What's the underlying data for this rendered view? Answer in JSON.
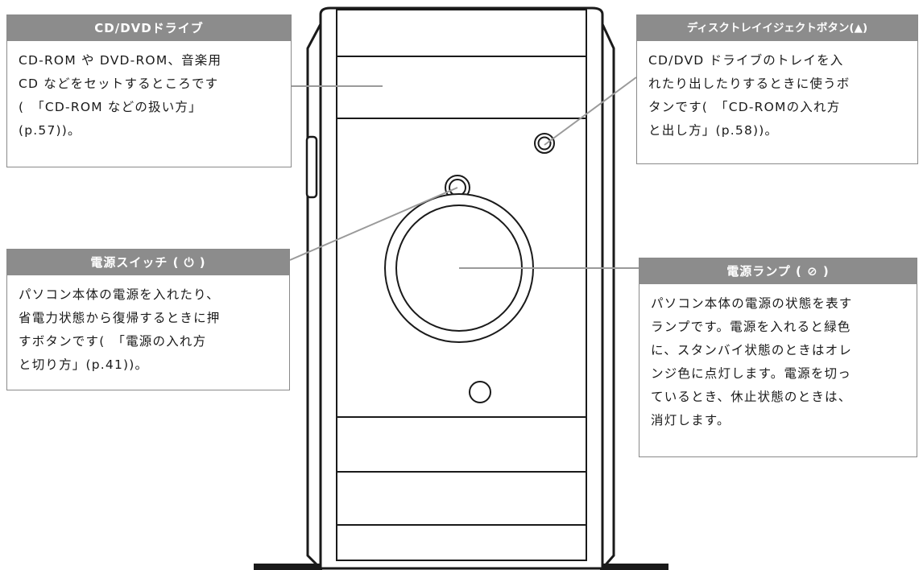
{
  "callouts": {
    "cd_drive": {
      "title": "CD/DVDドライブ",
      "body": "CD-ROM や DVD-ROM、音楽用\nCD などをセットするところです\n(　「CD-ROM などの扱い方」\n(p.57))。"
    },
    "eject_button": {
      "title": "ディスクトレイイジェクトボタン(▲)",
      "body": "CD/DVD ドライブのトレイを入\nれたり出したりするときに使うボ\nタンです(　「CD-ROMの入れ方\nと出し方」(p.58))。"
    },
    "power_switch": {
      "title": "電源スイッチ ( ⏻ )",
      "body": "パソコン本体の電源を入れたり、\n省電力状態から復帰するときに押\nすボタンです(　「電源の入れ方\nと切り方」(p.41))。"
    },
    "power_lamp": {
      "title": "電源ランプ ( ⊘ )",
      "body": "パソコン本体の電源の状態を表す\nランプです。電源を入れると緑色\nに、スタンバイ状態のときはオレ\nンジ色に点灯します。電源を切っ\nているとき、休止状態のときは、\n消灯します。"
    }
  },
  "colors": {
    "header_bg": "#8c8c8c",
    "border": "#8a8a8a",
    "leader_line": "#9a9a9a",
    "outline": "#1a1a1a"
  }
}
